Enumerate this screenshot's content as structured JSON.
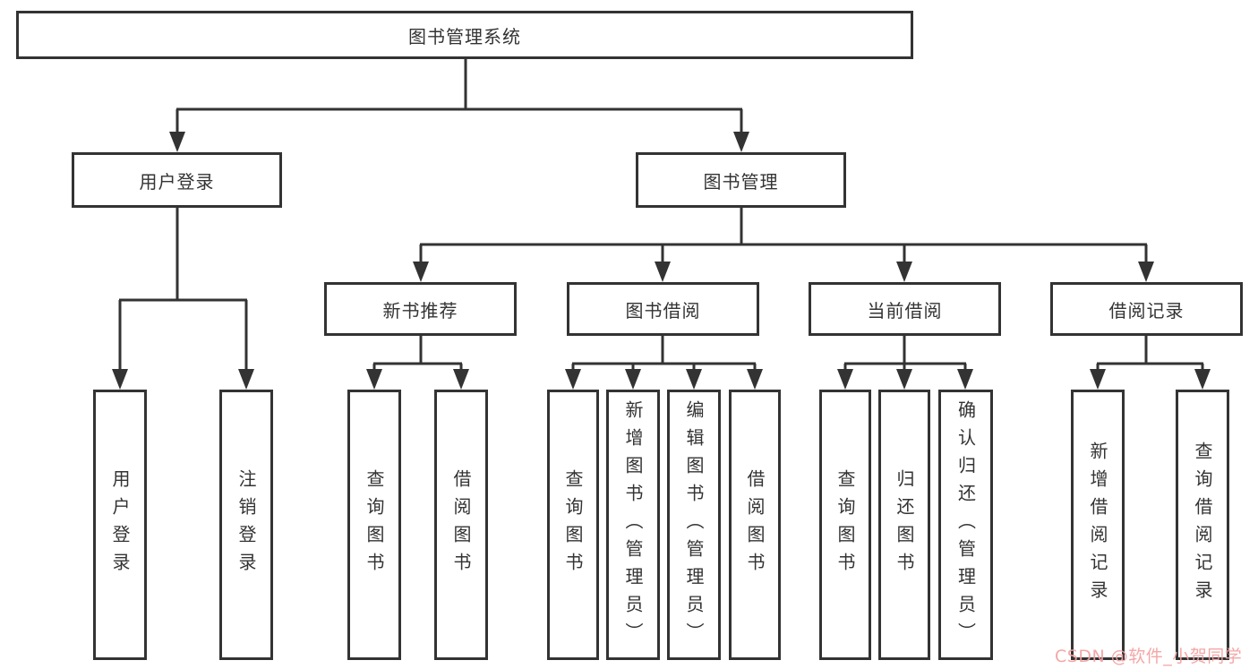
{
  "nodes": {
    "root": "图书管理系统",
    "level1": [
      "用户登录",
      "图书管理"
    ],
    "level2": [
      "新书推荐",
      "图书借阅",
      "当前借阅",
      "借阅记录"
    ],
    "leaves": [
      "用户登录",
      "注销登录",
      "查询图书",
      "借阅图书",
      "查询图书",
      "新增图书（管理员）",
      "编辑图书（管理员）",
      "借阅图书",
      "查询图书",
      "归还图书",
      "确认归还（管理员）",
      "新增借阅记录",
      "查询借阅记录"
    ]
  },
  "watermark": "CSDN @软件_小贺同学",
  "colors": {
    "line": "#333333",
    "border": "#333333",
    "text": "#333333",
    "watermark": "#f2a0a0",
    "background": "#ffffff"
  }
}
